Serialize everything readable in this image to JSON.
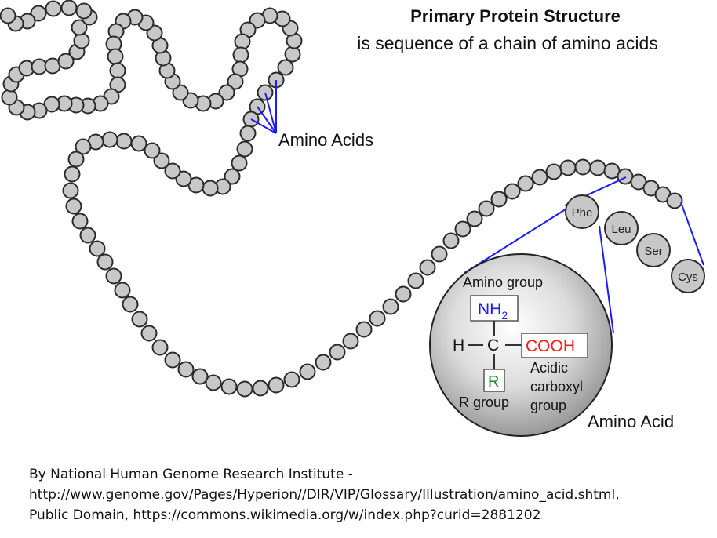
{
  "title": {
    "bold": "Primary Protein Structure",
    "subtitle": "is sequence of a chain of amino acids"
  },
  "labels": {
    "amino_acids": "Amino Acids",
    "amino_acid": "Amino Acid"
  },
  "residues": [
    "Phe",
    "Leu",
    "Ser",
    "Cys"
  ],
  "structure": {
    "amino_group_label": "Amino group",
    "nh2_main": "NH",
    "nh2_sub": "2",
    "h": "H",
    "c": "C",
    "cooh": "COOH",
    "r": "R",
    "acidic_line1": "Acidic",
    "acidic_line2": "carboxyl",
    "acidic_line3": "group",
    "r_group_label": "R group"
  },
  "colors": {
    "bead_fill": "#c8c8c8",
    "bead_stroke": "#2a2a2a",
    "pointer_lines": "#1a1aff",
    "nh2_text": "#1a1aff",
    "cooh_text": "#ff1a1a",
    "r_text": "#1a8a1a"
  },
  "credit": {
    "line1": "By National Human Genome Research Institute -",
    "line2": "http://www.genome.gov/Pages/Hyperion//DIR/VIP/Glossary/Illustration/amino_acid.shtml,",
    "line3": "Public Domain, https://commons.wikimedia.org/w/index.php?curid=2881202"
  }
}
